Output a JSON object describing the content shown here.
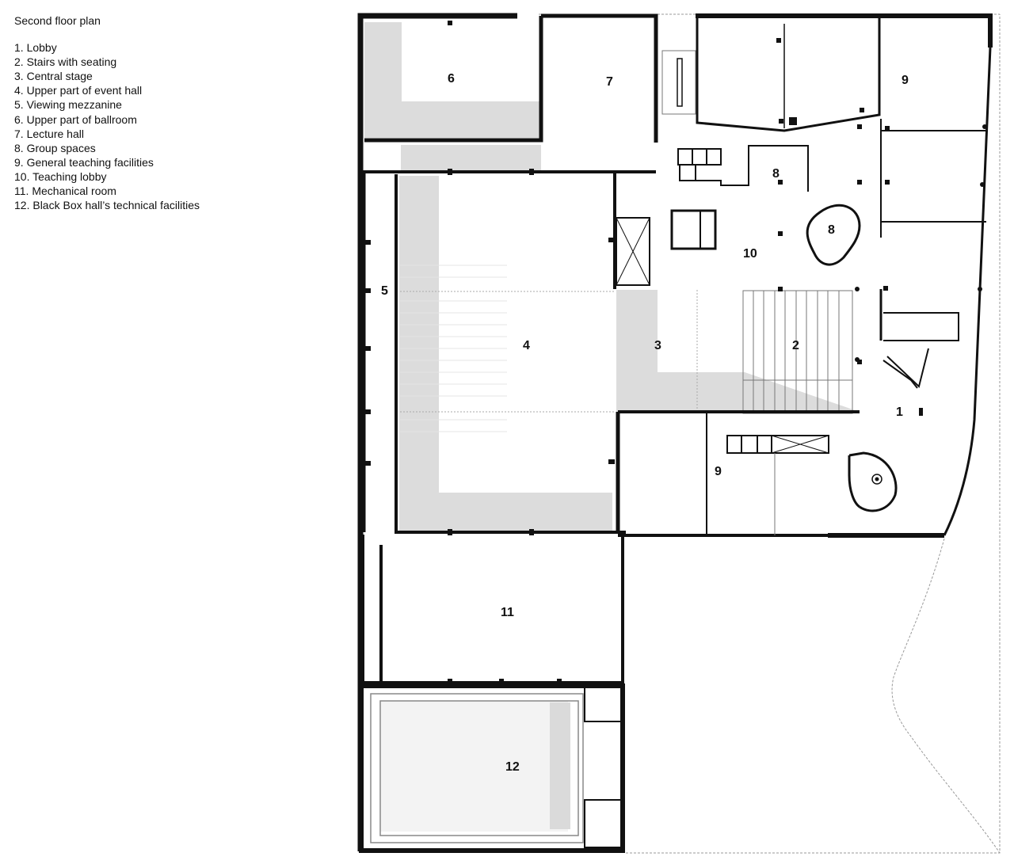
{
  "legend": {
    "title": "Second floor plan",
    "items": [
      {
        "number": "1.",
        "label": "Lobby"
      },
      {
        "number": "2.",
        "label": "Stairs with seating"
      },
      {
        "number": "3.",
        "label": "Central stage"
      },
      {
        "number": "4.",
        "label": "Upper part of event hall"
      },
      {
        "number": "5.",
        "label": "Viewing mezzanine"
      },
      {
        "number": "6.",
        "label": "Upper part of ballroom"
      },
      {
        "number": "7.",
        "label": "Lecture hall"
      },
      {
        "number": "8.",
        "label": "Group spaces"
      },
      {
        "number": "9.",
        "label": "General teaching facilities"
      },
      {
        "number": "10.",
        "label": "Teaching lobby"
      },
      {
        "number": "11.",
        "label": "Mechanical room"
      },
      {
        "number": "12.",
        "label": "Black Box hall’s technical facilities"
      }
    ]
  },
  "plan": {
    "room_labels": {
      "r1": "1",
      "r2": "2",
      "r3": "3",
      "r4": "4",
      "r5": "5",
      "r6": "6",
      "r7": "7",
      "r8a": "8",
      "r8b": "8",
      "r9a": "9",
      "r9b": "9",
      "r10": "10",
      "r11": "11",
      "r12": "12"
    },
    "colors": {
      "wall": "#111111",
      "shade": "#dcdcdc",
      "light_shade": "#f2f2f2",
      "thin_line": "#555555",
      "dashed": "#999999"
    }
  }
}
